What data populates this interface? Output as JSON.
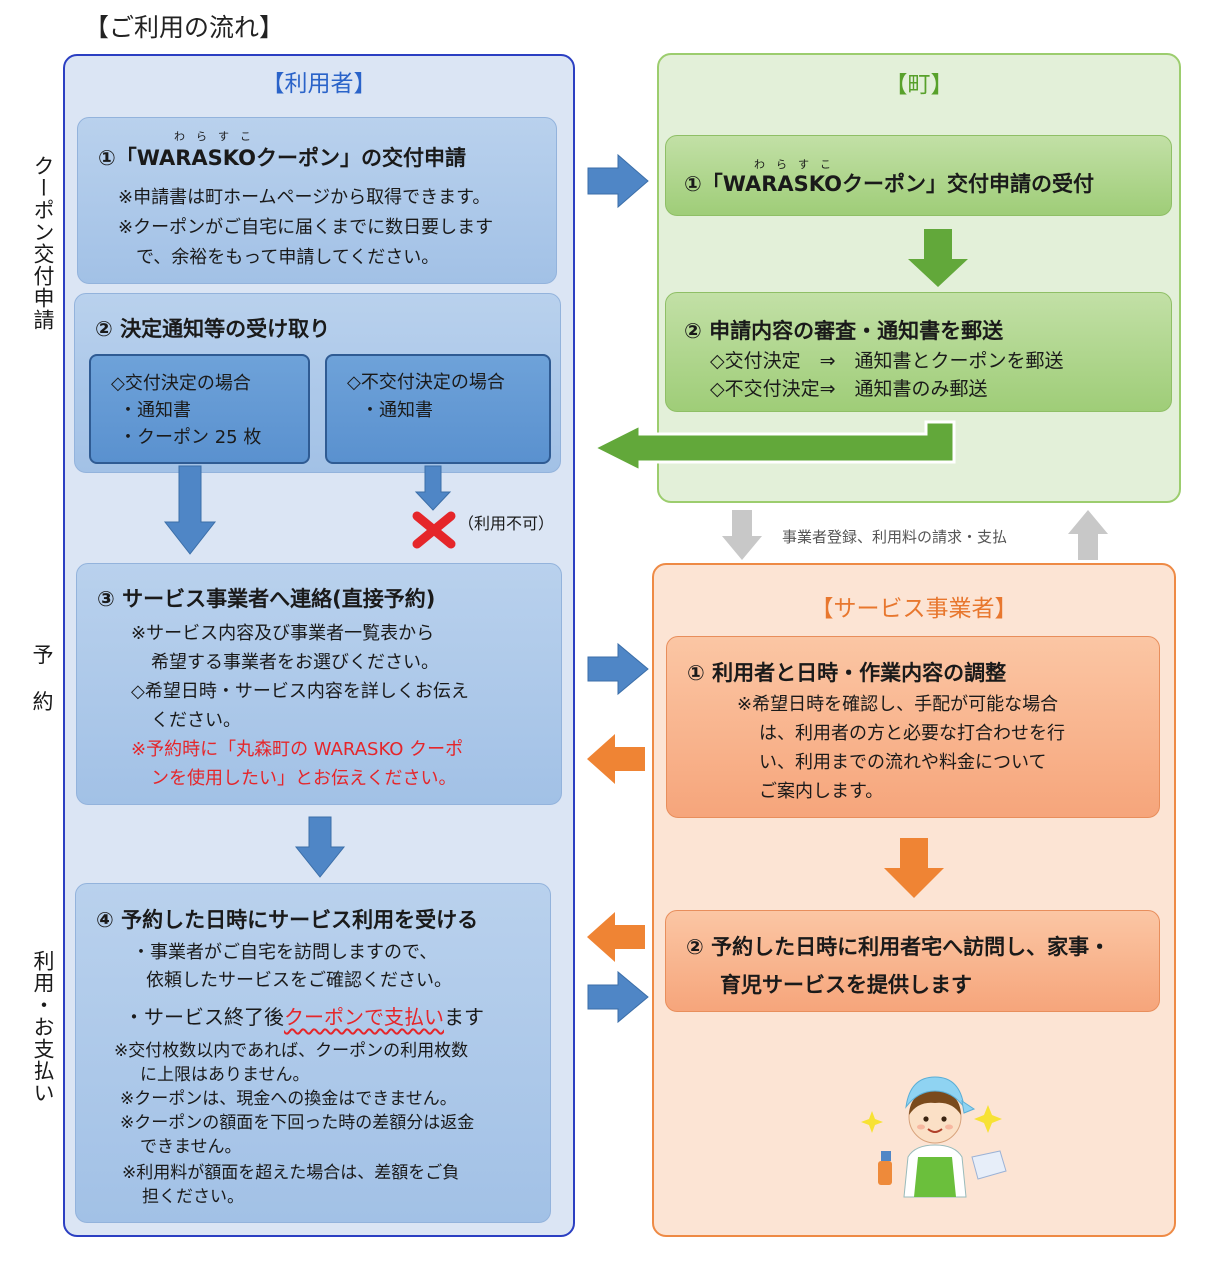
{
  "title": "【ご利用の流れ】",
  "side_labels": {
    "coupon": "クーポン交付申請",
    "reserve": [
      "予",
      "約"
    ],
    "use": "利用・お支払い"
  },
  "user": {
    "header": "【利用者】",
    "step1": {
      "ruby": "わ　ら　す　こ",
      "title": "①「WARASKOクーポン」の交付申請",
      "line1": "※申請書は町ホームページから取得できます。",
      "line2": "※クーポンがご自宅に届くまでに数日要します",
      "line3": "　で、余裕をもって申請してください。"
    },
    "step2": {
      "title": "② 決定通知等の受け取り",
      "approved": {
        "l1": "◇交付決定の場合",
        "l2": "・通知書",
        "l3": "・クーポン 25 枚"
      },
      "rejected": {
        "l1": "◇不交付決定の場合",
        "l2": "・通知書"
      },
      "unavailable": "（利用不可）"
    },
    "step3": {
      "title": "③ サービス事業者へ連絡(直接予約)",
      "l1": "※サービス内容及び事業者一覧表から",
      "l2": "希望する事業者をお選びください。",
      "l3": "◇希望日時・サービス内容を詳しくお伝え",
      "l4": "ください。",
      "red1": "※予約時に「丸森町の WARASKO クーポ",
      "red2": "ンを使用したい」とお伝えください。"
    },
    "step4": {
      "title": "④ 予約した日時にサービス利用を受ける",
      "l1": "・事業者がご自宅を訪問しますので、",
      "l2": "依頼したサービスをご確認ください。",
      "l3a": "・サービス終了後",
      "l3b": "クーポンで支払い",
      "l3c": "ます",
      "n1": "※交付枚数以内であれば、クーポンの利用枚数",
      "n2": "に上限はありません。",
      "n3": "※クーポンは、現金への換金はできません。",
      "n4": "※クーポンの額面を下回った時の差額分は返金",
      "n5": "できません。",
      "n6": "※利用料が額面を超えた場合は、差額をご負",
      "n7": "担ください。"
    }
  },
  "town": {
    "header": "【町】",
    "step1": {
      "ruby": "わ　ら　す　こ",
      "title": "①「WARASKOクーポン」交付申請の受付"
    },
    "step2": {
      "title": "② 申請内容の審査・通知書を郵送",
      "l1": "◇交付決定　⇒　通知書とクーポンを郵送",
      "l2": "◇不交付決定⇒　通知書のみ郵送"
    }
  },
  "exchange_label": "事業者登録、利用料の請求・支払",
  "biz": {
    "header": "【サービス事業者】",
    "step1": {
      "title": "① 利用者と日時・作業内容の調整",
      "l1": "※希望日時を確認し、手配が可能な場合",
      "l2": "は、利用者の方と必要な打合わせを行",
      "l3": "い、利用までの流れや料金について",
      "l4": "ご案内します。"
    },
    "step2": {
      "title": "② 予約した日時に利用者宅へ訪問し、家事・",
      "title2": "育児サービスを提供します"
    }
  },
  "colors": {
    "user_border": "#2b3fc2",
    "user_header": "#2a63c9",
    "town_header": "#58a12b",
    "biz_header": "#e8772e",
    "red": "#e5262a",
    "blue_arrow": "#4f86c6",
    "green_arrow": "#62a83a",
    "orange_arrow": "#ef8434",
    "gray_arrow": "#c8c8c8"
  }
}
